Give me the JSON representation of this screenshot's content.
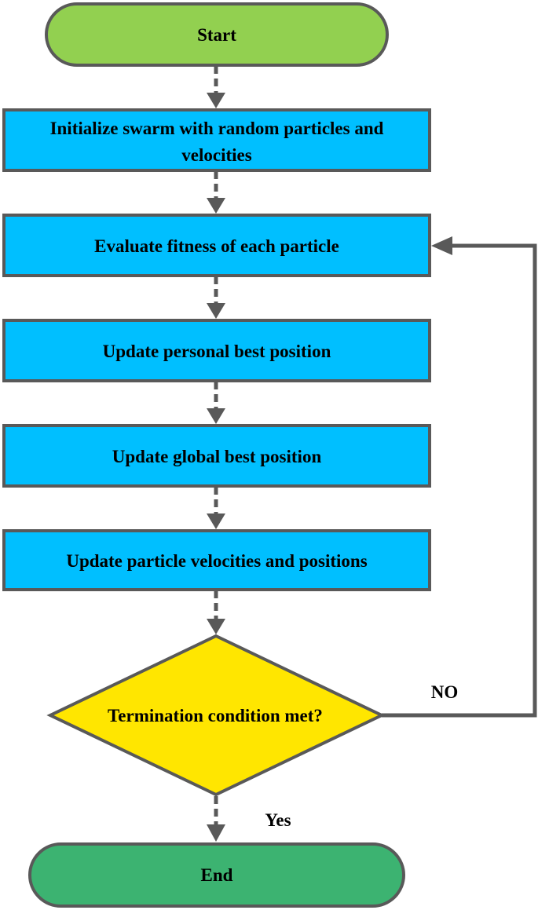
{
  "flowchart": {
    "start": {
      "label": "Start"
    },
    "init": {
      "line1": "Initialize swarm with random particles and",
      "line2": "velocities"
    },
    "evaluate": {
      "label": "Evaluate fitness of each particle"
    },
    "personal_best": {
      "label": "Update personal best position"
    },
    "global_best": {
      "label": "Update global best position"
    },
    "update_velocities": {
      "label": "Update particle velocities and positions"
    },
    "decision": {
      "label": "Termination condition met?"
    },
    "end": {
      "label": "End"
    },
    "edge_labels": {
      "no": "NO",
      "yes": "Yes"
    }
  },
  "colors": {
    "start_fill": "#92d050",
    "end_fill": "#3cb371",
    "process_fill": "#00bfff",
    "decision_fill": "#ffe600",
    "stroke": "#595959"
  }
}
